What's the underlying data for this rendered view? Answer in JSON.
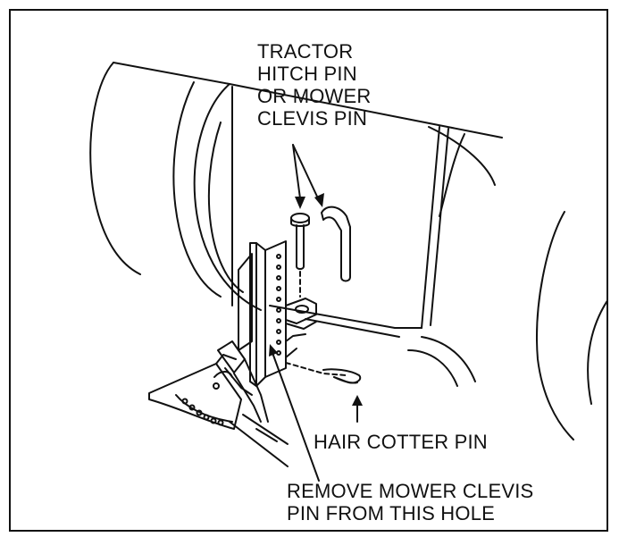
{
  "labels": {
    "tractor_hitch_pin": [
      "TRACTOR",
      "HITCH PIN",
      "OR MOWER",
      "CLEVIS PIN"
    ],
    "hair_cotter_pin": "HAIR COTTER PIN",
    "remove_clevis_pin": [
      "REMOVE MOWER CLEVIS",
      "PIN FROM THIS HOLE"
    ]
  }
}
